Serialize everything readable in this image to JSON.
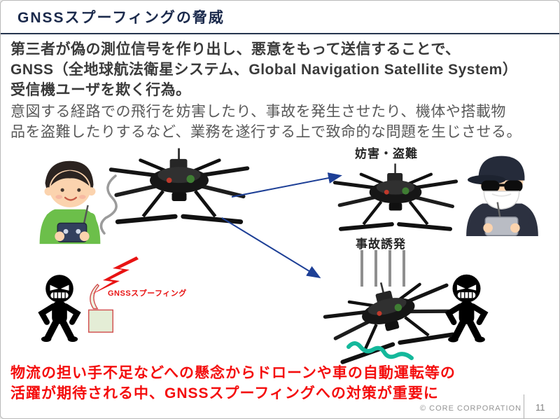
{
  "header": {
    "title": "GNSSスプーフィングの脅威"
  },
  "definition": {
    "lines": [
      "第三者が偽の測位信号を作り出し、悪意をもって送信することで、",
      "GNSS（全地球航法衛星システム、Global Navigation Satellite System）",
      "受信機ユーザを欺く行為。"
    ]
  },
  "description": {
    "lines": [
      "意図する経路での飛行を妨害したり、事故を発生させたり、機体や搭載物",
      "品を盗難したりするなど、業務を遂行する上で致命的な問題を生じさせる。"
    ]
  },
  "diagram": {
    "label_hijack": "妨害・盗難",
    "label_accident": "事故誘発",
    "label_spoofing": "GNSSスプーフィング",
    "icons": [
      "drone-icon",
      "pilot-icon",
      "thief-icon",
      "villain-icon",
      "lightning-icon",
      "spoofing-device-icon",
      "radio-wave-icon",
      "arrow-icon",
      "water-wave-icon",
      "falling-lines-icon"
    ]
  },
  "conclusion": {
    "lines": [
      "物流の担い手不足などへの懸念からドローンや車の自動運転等の",
      "活躍が期待される中、GNSSスプーフィングへの対策が重要に"
    ]
  },
  "footer": {
    "copyright": "© CORE CORPORATION",
    "page_number": "11"
  },
  "colors": {
    "title_navy": "#1b2a4c",
    "definition_text": "#3a3a3a",
    "description_gray": "#595959",
    "warning_red": "#f40d0d",
    "arrow_blue": "#1d3f96",
    "wave_teal": "#14b89b",
    "pilot_green": "#6cbf4a"
  }
}
